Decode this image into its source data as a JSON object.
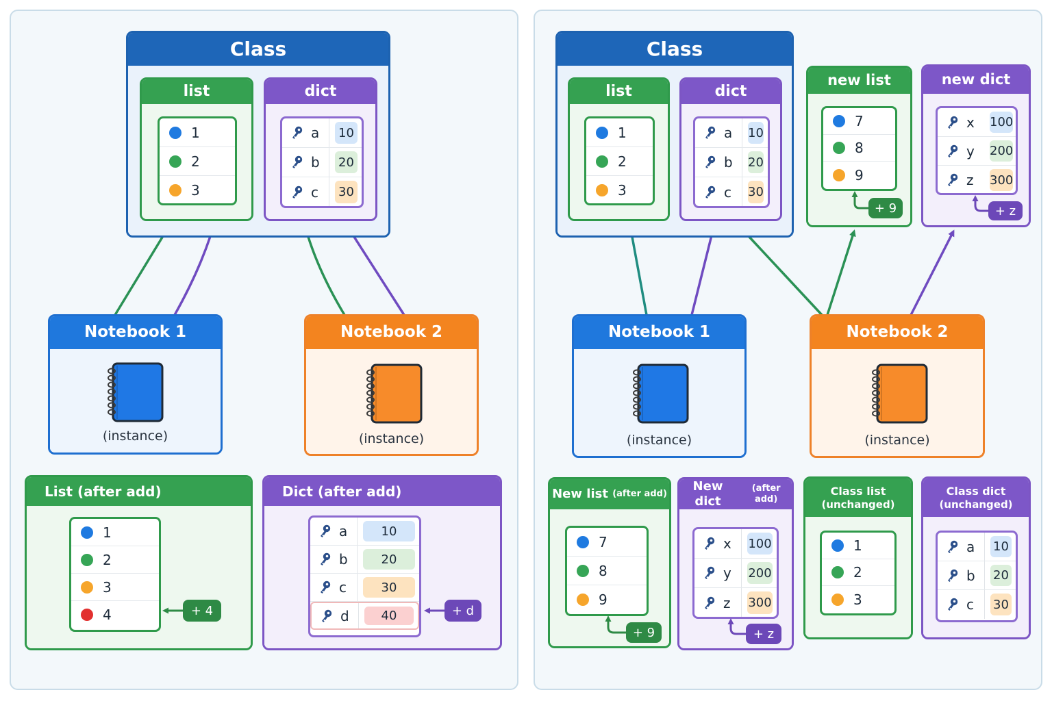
{
  "left": {
    "class_box": {
      "title": "Class",
      "list": {
        "title": "list",
        "items": [
          "1",
          "2",
          "3"
        ]
      },
      "dict": {
        "title": "dict",
        "entries": [
          {
            "k": "a",
            "v": "10"
          },
          {
            "k": "b",
            "v": "20"
          },
          {
            "k": "c",
            "v": "30"
          }
        ]
      }
    },
    "notebook1": {
      "title": "Notebook 1",
      "label": "(instance)"
    },
    "notebook2": {
      "title": "Notebook 2",
      "label": "(instance)"
    },
    "list_after": {
      "title": "List (after add)",
      "items": [
        "1",
        "2",
        "3",
        "4"
      ],
      "tag": "+ 4"
    },
    "dict_after": {
      "title": "Dict (after add)",
      "entries": [
        {
          "k": "a",
          "v": "10"
        },
        {
          "k": "b",
          "v": "20"
        },
        {
          "k": "c",
          "v": "30"
        },
        {
          "k": "d",
          "v": "40"
        }
      ],
      "tag": "+ d"
    }
  },
  "right": {
    "class_box": {
      "title": "Class",
      "list": {
        "title": "list",
        "items": [
          "1",
          "2",
          "3"
        ]
      },
      "dict": {
        "title": "dict",
        "entries": [
          {
            "k": "a",
            "v": "10"
          },
          {
            "k": "b",
            "v": "20"
          },
          {
            "k": "c",
            "v": "30"
          }
        ]
      }
    },
    "new_list": {
      "title": "new list",
      "items": [
        "7",
        "8",
        "9"
      ],
      "tag": "+ 9"
    },
    "new_dict": {
      "title": "new dict",
      "entries": [
        {
          "k": "x",
          "v": "100"
        },
        {
          "k": "y",
          "v": "200"
        },
        {
          "k": "z",
          "v": "300"
        }
      ],
      "tag": "+ z"
    },
    "notebook1": {
      "title": "Notebook 1",
      "label": "(instance)"
    },
    "notebook2": {
      "title": "Notebook 2",
      "label": "(instance)"
    },
    "new_list_after": {
      "title": "New list",
      "title_small": "(after add)",
      "items": [
        "7",
        "8",
        "9"
      ],
      "tag": "+ 9"
    },
    "new_dict_after": {
      "title": "New dict",
      "title_small": "(after add)",
      "entries": [
        {
          "k": "x",
          "v": "100"
        },
        {
          "k": "y",
          "v": "200"
        },
        {
          "k": "z",
          "v": "300"
        }
      ],
      "tag": "+ z"
    },
    "class_list": {
      "title": "Class list",
      "subtitle": "(unchanged)",
      "items": [
        "1",
        "2",
        "3"
      ]
    },
    "class_dict": {
      "title": "Class dict",
      "subtitle": "(unchanged)",
      "entries": [
        {
          "k": "a",
          "v": "10"
        },
        {
          "k": "b",
          "v": "20"
        },
        {
          "k": "c",
          "v": "30"
        }
      ]
    }
  },
  "colors": {
    "blue": "#1f78dd",
    "orange": "#f3841f",
    "green": "#35a151",
    "purple": "#7d57c8",
    "class": "#1e66b8"
  }
}
